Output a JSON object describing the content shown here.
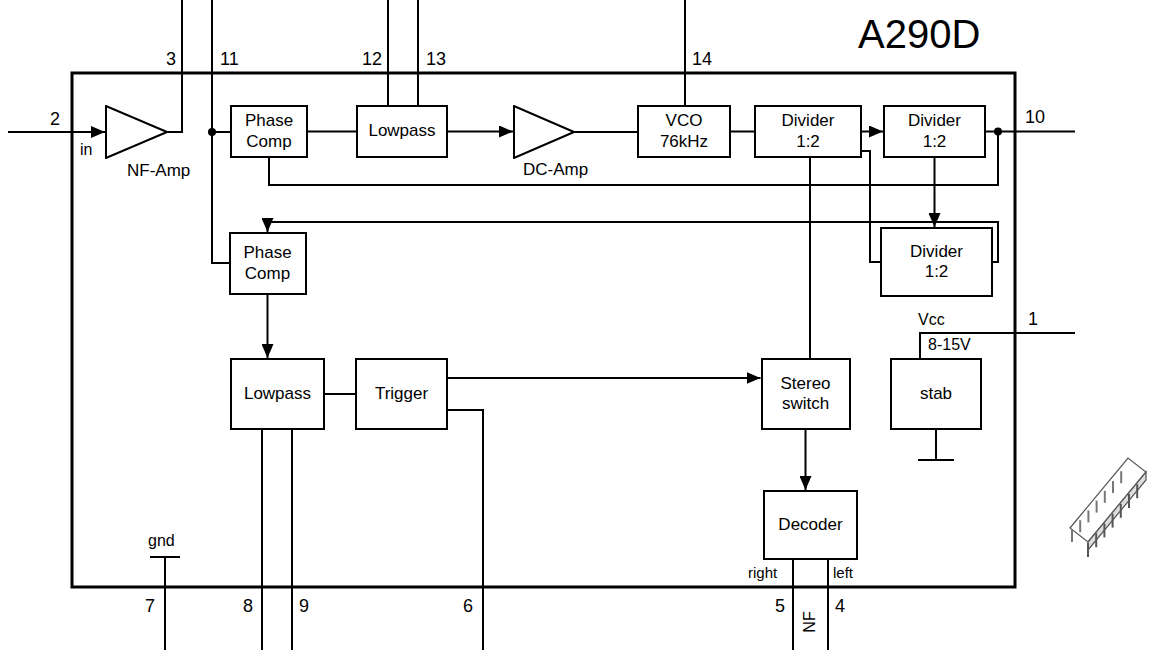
{
  "diagram": {
    "title": "A290D",
    "nodes": [
      {
        "text": [
          "NF-Amp"
        ]
      },
      {
        "text": [
          "Phase Comp"
        ]
      },
      {
        "text": [
          "Lowpass"
        ]
      },
      {
        "text": [
          "DC-Amp"
        ]
      },
      {
        "text": [
          "VCO 76kHz"
        ]
      },
      {
        "text": [
          "Divider 1:2"
        ]
      },
      {
        "text": [
          "Divider 1:2"
        ]
      },
      {
        "text": [
          "Divider 1:2"
        ]
      },
      {
        "text": [
          "Phase Comp"
        ]
      },
      {
        "text": [
          "Lowpass"
        ]
      },
      {
        "text": [
          "Trigger"
        ]
      },
      {
        "text": [
          "Stereo switch"
        ]
      },
      {
        "text": [
          "stab"
        ]
      },
      {
        "text": [
          "Decoder"
        ]
      }
    ],
    "edges": [
      {
        "from": 1,
        "to": 2,
        "arrow": "none"
      },
      {
        "from": 2,
        "to": 3,
        "arrow": "to"
      },
      {
        "from": 3,
        "to": 4,
        "arrow": "none"
      },
      {
        "from": 4,
        "to": 5,
        "arrow": "none"
      },
      {
        "from": 5,
        "to": 6,
        "arrow": "to"
      },
      {
        "from": 5,
        "to": 7,
        "arrow": "none"
      },
      {
        "from": 6,
        "to": 1,
        "arrow": "none"
      },
      {
        "from": 6,
        "to": 7,
        "arrow": "to"
      },
      {
        "from": 7,
        "to": 8,
        "arrow": "to"
      },
      {
        "from": 8,
        "to": 9,
        "arrow": "to"
      },
      {
        "from": 9,
        "to": 10,
        "arrow": "none"
      },
      {
        "from": 10,
        "to": 11,
        "arrow": "to"
      },
      {
        "from": 5,
        "to": 11,
        "arrow": "none"
      },
      {
        "from": 11,
        "to": 13,
        "arrow": "to"
      }
    ],
    "labels": [
      "2",
      "in",
      "3",
      "11",
      "12",
      "13",
      "14",
      "10",
      "1",
      "Vcc",
      "8-15V",
      "gnd",
      "7",
      "8",
      "9",
      "6",
      "5",
      "NF",
      "4",
      "right",
      "left"
    ]
  }
}
